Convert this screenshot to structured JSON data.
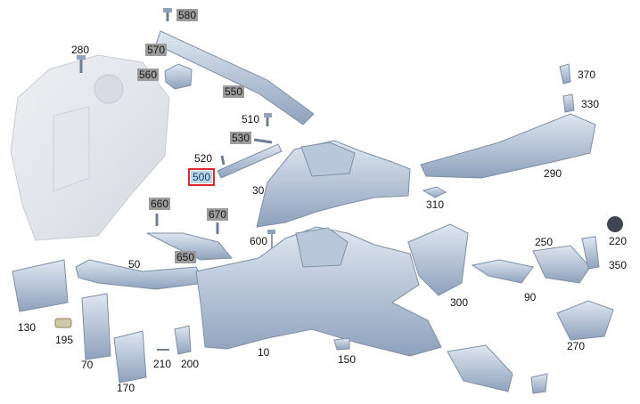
{
  "callouts": {
    "c580": "580",
    "c570": "570",
    "c560": "560",
    "c550": "550",
    "c280": "280",
    "c510": "510",
    "c530": "530",
    "c520": "520",
    "c500": "500",
    "c30": "30",
    "c370": "370",
    "c330": "330",
    "c290": "290",
    "c310": "310",
    "c220": "220",
    "c660": "660",
    "c670": "670",
    "c600": "600",
    "c650": "650",
    "c50": "50",
    "c250": "250",
    "c350": "350",
    "c90": "90",
    "c300": "300",
    "c270": "270",
    "c130": "130",
    "c195": "195",
    "c70": "70",
    "c210": "210",
    "c200": "200",
    "c170": "170",
    "c10": "10",
    "c150": "150"
  },
  "selected_callout": "500",
  "colors": {
    "part_fill": "#c9d6e6",
    "part_shade": "#8fa3bd",
    "ghost_fill": "#e6e9ee",
    "highlight_outline": "#e0262b",
    "label_bg": "#9c9c9c"
  }
}
